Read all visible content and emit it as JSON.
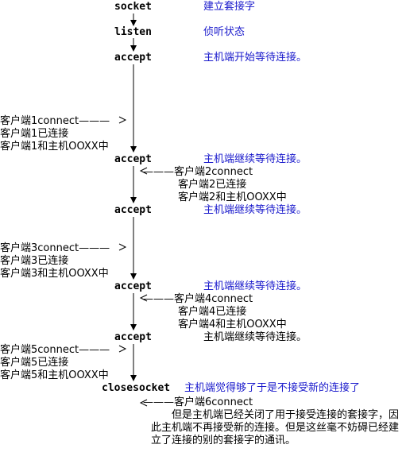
{
  "steps": {
    "socket": "socket",
    "listen": "listen",
    "accept1": "accept",
    "accept2": "accept",
    "accept3": "accept",
    "accept4": "accept",
    "accept5": "accept",
    "closesocket": "closesocket"
  },
  "notes": {
    "socket": "建立套接字",
    "listen": "侦听状态",
    "accept1": "主机端开始等待连接。",
    "accept2": "主机端继续等待连接。",
    "accept3": "主机端继续等待连接。",
    "accept4": "主机端继续等待连接。",
    "accept5": "主机端继续等待连接。",
    "closesocket": "主机端觉得够了于是不接受新的连接了"
  },
  "clients": [
    {
      "connect": "客户端1connect———",
      "connected": "客户端1已连接",
      "talking": "客户端1和主机OOXX中"
    },
    {
      "connect": "———客户端2connect",
      "connected": "客户端2已连接",
      "talking": "客户端2和主机OOXX中"
    },
    {
      "connect": "客户端3connect———",
      "connected": "客户端3已连接",
      "talking": "客户端3和主机OOXX中"
    },
    {
      "connect": "———客户端4connect",
      "connected": "客户端4已连接",
      "talking": "客户端4和主机OOXX中"
    },
    {
      "connect": "客户端5connect———",
      "connected": "客户端5已连接",
      "talking": "客户端5和主机OOXX中"
    },
    {
      "connect": "———客户端6connect"
    }
  ],
  "final_note": "但是主机端已经关闭了用于接受连接的套接字，因此主机端不再接受新的连接。但是这丝毫不妨碍已经建立了连接的别的套接字的通讯。",
  "colors": {
    "note": "#1a1acc",
    "text": "#000000",
    "line": "#000000"
  }
}
